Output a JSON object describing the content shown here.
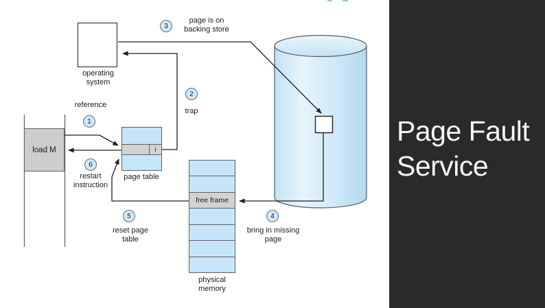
{
  "slide": {
    "title_line1": "Page Fault",
    "title_line2": "Service"
  },
  "diagram": {
    "program_box": "load M",
    "os_label": "operating system",
    "page_table_label": "page table",
    "page_table_invalid_flag": "i",
    "free_frame_label": "free frame",
    "physical_memory_label": "physical memory",
    "steps": [
      {
        "num": "1",
        "label": "reference"
      },
      {
        "num": "2",
        "label": "trap"
      },
      {
        "num": "3",
        "label": "page is on backing store"
      },
      {
        "num": "4",
        "label": "bring in missing page"
      },
      {
        "num": "5",
        "label": "reset page table"
      },
      {
        "num": "6",
        "label": "restart instruction"
      }
    ],
    "colors": {
      "cell_blue": "#c7e5f8",
      "cell_gray": "#d2d2d2",
      "badge_fill": "#cfe9fb",
      "panel_bg": "#2b2a2b",
      "line": "#1d1d1d"
    }
  }
}
